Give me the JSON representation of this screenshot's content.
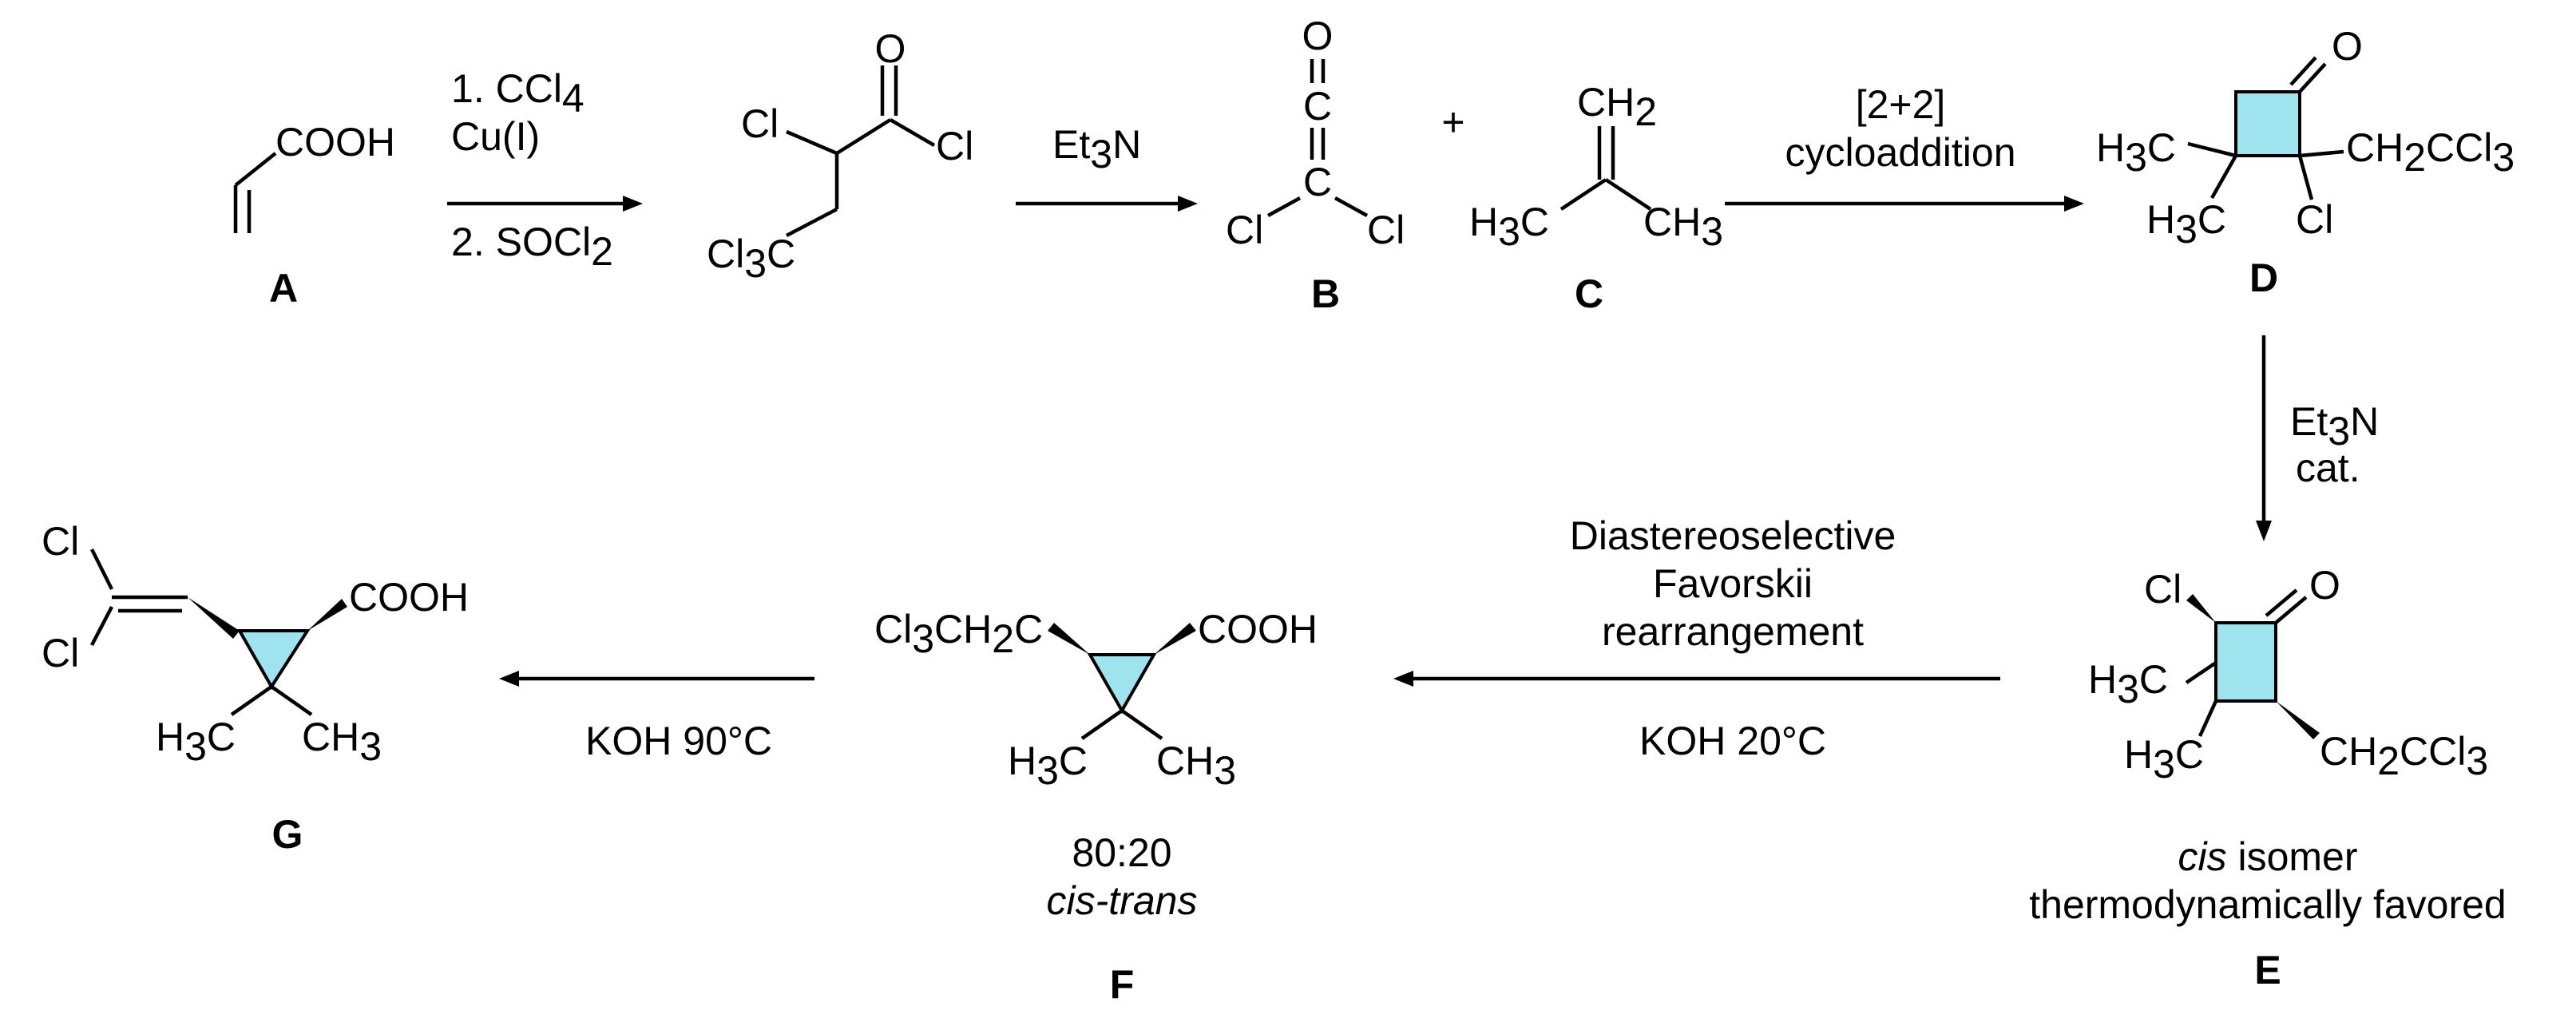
{
  "colors": {
    "ring_fill": "#9fe3ef",
    "ink": "#000000",
    "background": "#ffffff"
  },
  "compounds": {
    "A": {
      "label": "A",
      "atoms": {
        "acid": "COOH"
      }
    },
    "acid_chloride": {
      "atoms": {
        "cl_alpha": "Cl",
        "o": "O",
        "cl_acyl": "Cl",
        "ccl3": "Cl3C"
      }
    },
    "B": {
      "label": "B",
      "atoms": {
        "o": "O",
        "c_top": "C",
        "c_bottom": "C",
        "cl_left": "Cl",
        "cl_right": "Cl"
      }
    },
    "C": {
      "label": "C",
      "atoms": {
        "ch2": "CH2",
        "h3c": "H3C",
        "ch3": "CH3"
      }
    },
    "D": {
      "label": "D",
      "atoms": {
        "o": "O",
        "h3c_top": "H3C",
        "h3c_bottom": "H3C",
        "ch2ccl3": "CH2CCl3",
        "cl": "Cl"
      }
    },
    "E": {
      "label": "E",
      "atoms": {
        "cl": "Cl",
        "o": "O",
        "h3c_top": "H3C",
        "h3c_bottom": "H3C",
        "ch2ccl3": "CH2CCl3"
      },
      "note_italic": "cis",
      "note_rest": " isomer",
      "note_line2": "thermodynamically favored"
    },
    "F": {
      "label": "F",
      "atoms": {
        "cl3ch2c": "Cl3CH2C",
        "cooh": "COOH",
        "h3c": "H3C",
        "ch3": "CH3"
      },
      "ratio": "80:20",
      "ratio_desc": "cis-trans"
    },
    "G": {
      "label": "G",
      "atoms": {
        "cl_top": "Cl",
        "cl_bottom": "Cl",
        "cooh": "COOH",
        "h3c": "H3C",
        "ch3": "CH3"
      }
    }
  },
  "plus": "+",
  "arrows": {
    "step1": {
      "above_1": "1. CCl4",
      "above_2": "Cu(I)",
      "below": "2. SOCl2"
    },
    "step2": {
      "above": "Et3N"
    },
    "step3": {
      "above_1": "[2+2]",
      "above_2": "cycloaddition"
    },
    "step4": {
      "right_1": "Et3N",
      "right_2": "cat."
    },
    "step5": {
      "above_1": "Diastereoselective",
      "above_2": "Favorskii",
      "above_3": "rearrangement",
      "below": "KOH 20°C"
    },
    "step6": {
      "below": "KOH 90°C"
    }
  }
}
